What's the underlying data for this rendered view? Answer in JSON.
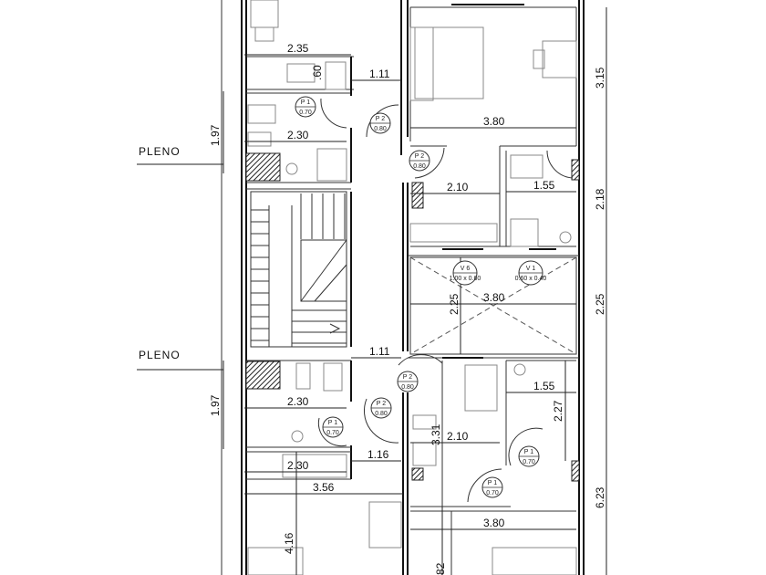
{
  "labels": {
    "pleno_top": "PLENO",
    "pleno_bottom": "PLENO"
  },
  "dimensions": {
    "d235": "2.35",
    "d60": ".60",
    "d111a": "1.11",
    "d380a": "3.80",
    "d230a": "2.30",
    "d197a": "1.97",
    "d315": "3.15",
    "d210a": "2.10",
    "d155a": "1.55",
    "d218": "2.18",
    "d225a": "2.25",
    "d380b": "3.80",
    "d225b": "2.25",
    "d111b": "1.11",
    "d197b": "1.97",
    "d230b": "2.30",
    "d155b": "1.55",
    "d227": "2.27",
    "d331": "3.31",
    "d210b": "2.10",
    "d116": "1.16",
    "d230c": "2.30",
    "d356": "3.56",
    "d416": "4.16",
    "d380c": "3.80",
    "d623": "6.23",
    "d82": "82"
  },
  "doors": [
    {
      "code": "P 1",
      "size": "0.70"
    },
    {
      "code": "P 2",
      "size": "0.80"
    },
    {
      "code": "P 2",
      "size": "0.80"
    },
    {
      "code": "P 2",
      "size": "0.80"
    },
    {
      "code": "P 2",
      "size": "0.80"
    },
    {
      "code": "P 1",
      "size": "0.70"
    },
    {
      "code": "P 1",
      "size": "0.70"
    },
    {
      "code": "P 1",
      "size": "0.70"
    }
  ],
  "windows": [
    {
      "code": "V 6",
      "size": "1.00 x 0.60"
    },
    {
      "code": "V 1",
      "size": "0.60 x 0.40"
    }
  ]
}
